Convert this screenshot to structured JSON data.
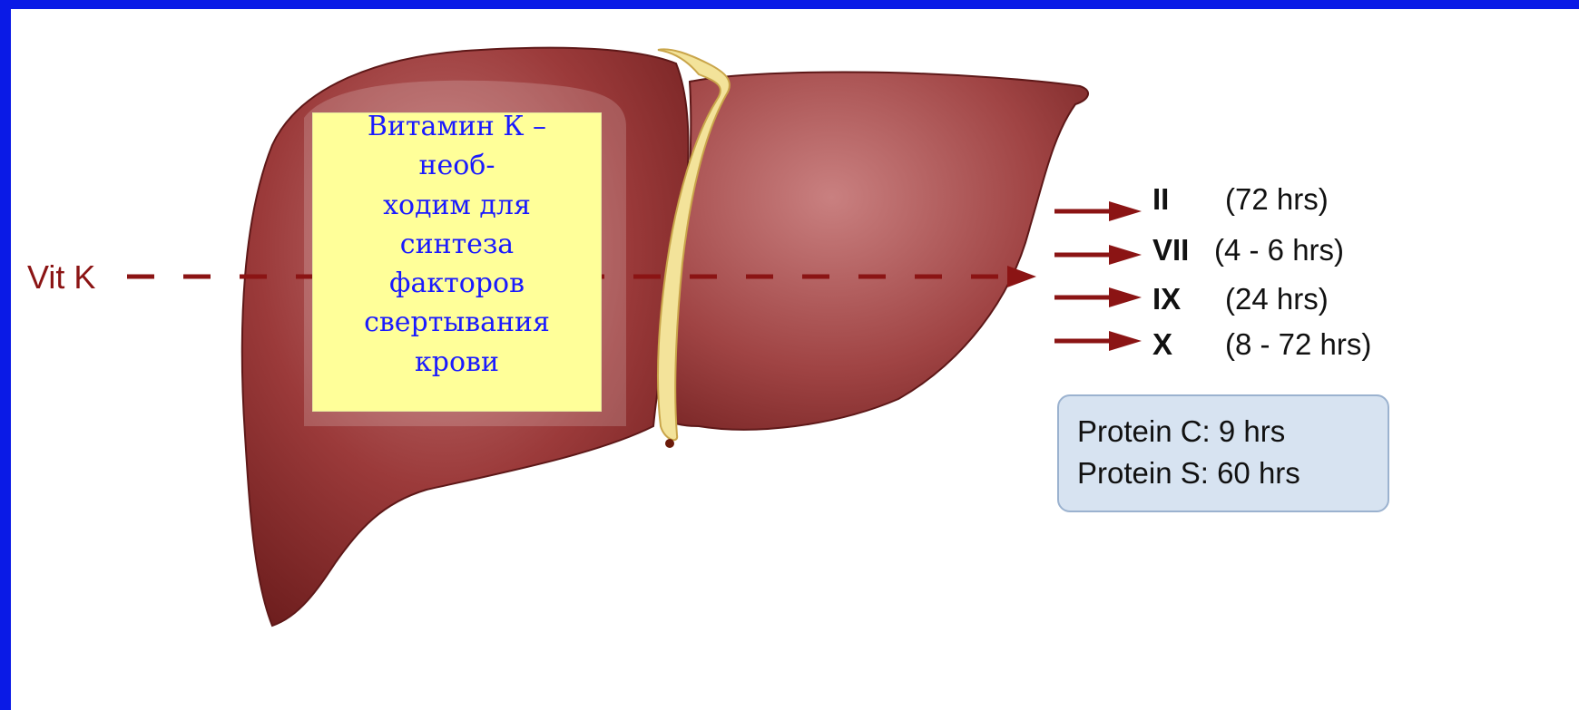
{
  "input_label": "Vit K",
  "note": {
    "lines": [
      "Витамин К –",
      "необ-",
      "ходим для",
      "синтеза",
      "факторов",
      "свертывания",
      "крови"
    ]
  },
  "factors": [
    {
      "numeral": "II",
      "half_life": "(72 hrs)"
    },
    {
      "numeral": "VII",
      "half_life": "(4 - 6 hrs)"
    },
    {
      "numeral": "IX",
      "half_life": "(24 hrs)"
    },
    {
      "numeral": "X",
      "half_life": "(8 - 72 hrs)"
    }
  ],
  "proteins": [
    {
      "text": "Protein C: 9 hrs"
    },
    {
      "text": "Protein S: 60 hrs"
    }
  ],
  "colors": {
    "frame": "#0a1ae6",
    "liver": "#8e2e2e",
    "arrow": "#8b1414",
    "gallbladder_duct": "#f3e39a",
    "note_background": "#ffff99",
    "note_text": "#1a1aff",
    "protein_box": "#d7e3f1"
  }
}
